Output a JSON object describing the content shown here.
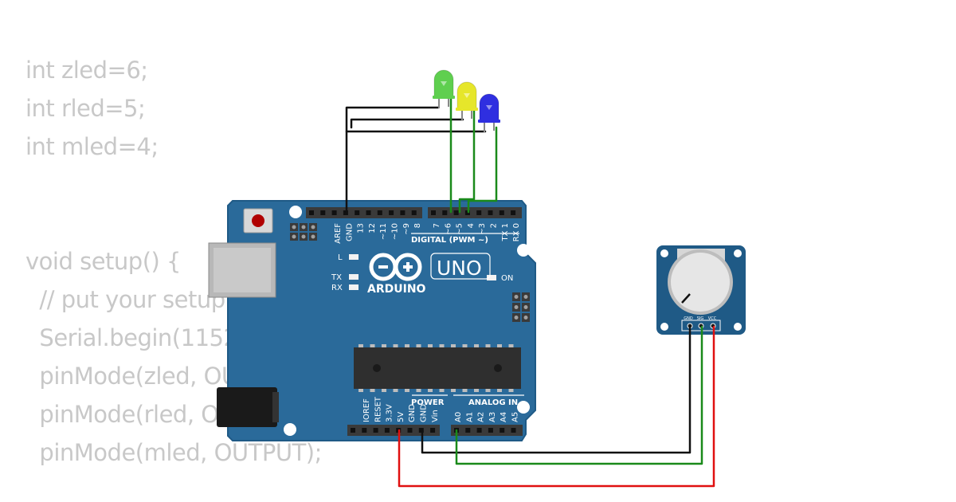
{
  "code_lines": [
    "int zled=6;",
    "int rled=5;",
    "int mled=4;",
    "",
    "",
    "void setup() {",
    "  // put your setup code here, to run once:",
    "  Serial.begin(115200);",
    "  pinMode(zled, OUTPUT);",
    "  pinMode(rled, OUTPUT);",
    "  pinMode(mled, OUTPUT);"
  ],
  "board": {
    "brand": "ARDUINO",
    "model": "UNO",
    "digital_header": "DIGITAL (PWM ~)",
    "power_header": "POWER",
    "analog_header": "ANALOG IN",
    "led_l": "L",
    "led_tx": "TX",
    "led_rx": "RX",
    "led_on": "ON",
    "top_pins": [
      "AREF",
      "GND",
      "13",
      "12",
      "~11",
      "~10",
      "~9",
      "8"
    ],
    "digital_pins": [
      "7",
      "~6",
      "~5",
      "4",
      "~3",
      "2",
      "TX 1",
      "RX 0"
    ],
    "power_pins": [
      "IOREF",
      "RESET",
      "3.3V",
      "5V",
      "GND",
      "GND",
      "Vin"
    ],
    "analog_pins": [
      "A0",
      "A1",
      "A2",
      "A3",
      "A4",
      "A5"
    ]
  },
  "potentiometer": {
    "pins": [
      "GND",
      "SIG",
      "VCC"
    ]
  },
  "leds": [
    {
      "name": "green",
      "color": "#5fcf4f"
    },
    {
      "name": "yellow",
      "color": "#e6e62a"
    },
    {
      "name": "blue",
      "color": "#2f2fe0"
    }
  ],
  "colors": {
    "board": "#2a6a9a",
    "board_edge": "#1f5a86",
    "wire_black": "#111111",
    "wire_green": "#1a8a1a",
    "wire_red": "#e01010",
    "code_text": "#c8c8c8"
  }
}
